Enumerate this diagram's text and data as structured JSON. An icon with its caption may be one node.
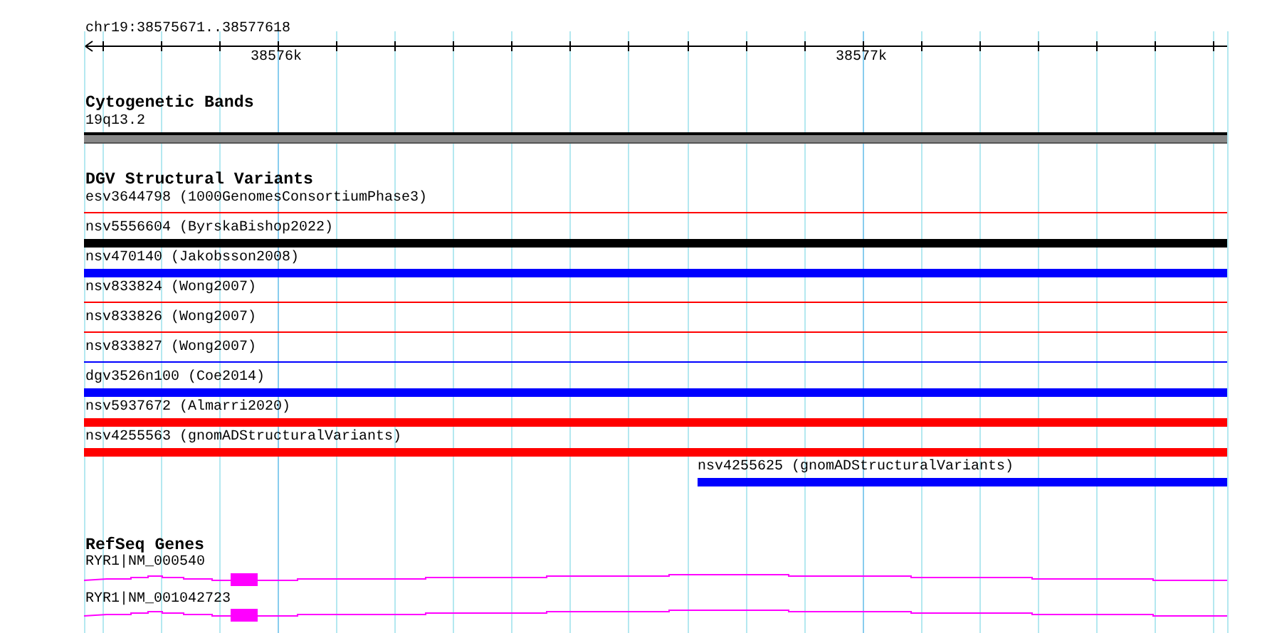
{
  "diagram": {
    "nodes": [
      {
        "text": [
          "Cytogenetic Bands"
        ]
      },
      {
        "text": [
          "19q13.2"
        ],
        "in": 0
      },
      {
        "text": [
          "DGV Structural Variants"
        ]
      },
      {
        "text": [
          "esv3644798 (1000GenomesConsortiumPhase3)"
        ],
        "in": 2
      },
      {
        "text": [
          "nsv5556604 (ByrskaBishop2022)"
        ],
        "in": 2
      },
      {
        "text": [
          "nsv470140 (Jakobsson2008)"
        ],
        "in": 2
      },
      {
        "text": [
          "nsv833824 (Wong2007)"
        ],
        "in": 2
      },
      {
        "text": [
          "nsv833826 (Wong2007)"
        ],
        "in": 2
      },
      {
        "text": [
          "nsv833827 (Wong2007)"
        ],
        "in": 2
      },
      {
        "text": [
          "dgv3526n100 (Coe2014)"
        ],
        "in": 2
      },
      {
        "text": [
          "nsv5937672 (Almarri2020)"
        ],
        "in": 2
      },
      {
        "text": [
          "nsv4255563 (gnomADStructuralVariants)"
        ],
        "in": 2
      },
      {
        "text": [
          "nsv4255625 (gnomADStructuralVariants)"
        ],
        "in": 2
      },
      {
        "text": [
          "RefSeq Genes"
        ]
      },
      {
        "text": [
          "RYR1|NM_000540"
        ],
        "in": 13
      },
      {
        "text": [
          "RYR1|NM_001042723"
        ],
        "in": 13
      }
    ],
    "labels": [
      "chr19:38575671..38577618",
      "38576k",
      "38577k"
    ]
  }
}
